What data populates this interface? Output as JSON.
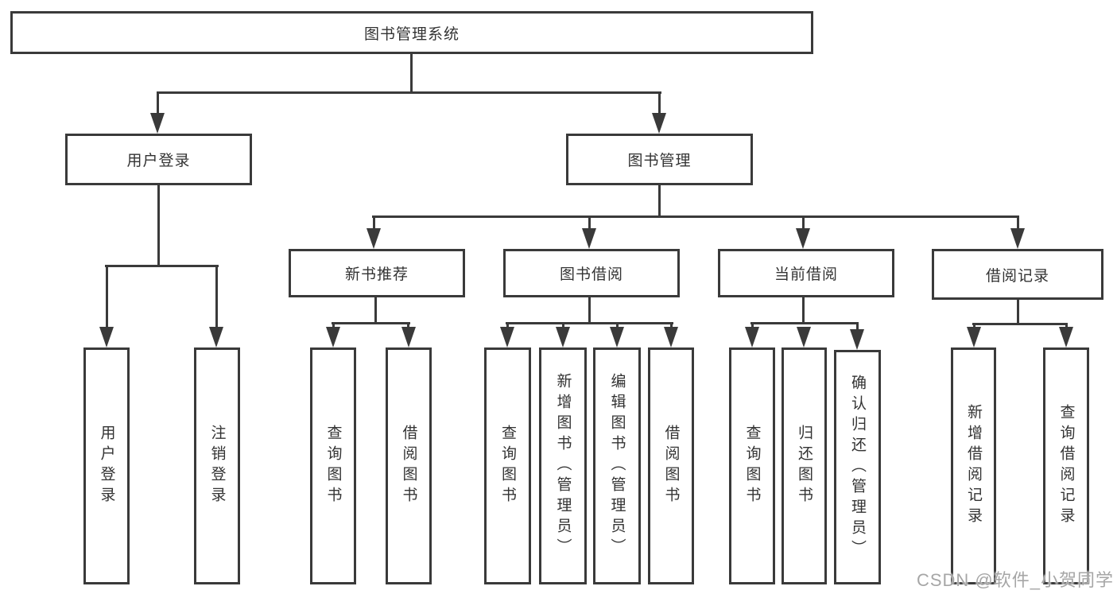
{
  "diagram": {
    "root": {
      "label": "图书管理系统"
    },
    "branches": [
      {
        "label": "用户登录",
        "children": [
          "用户登录",
          "注销登录"
        ]
      },
      {
        "label": "图书管理",
        "children": [
          {
            "label": "新书推荐",
            "children": [
              "查询图书",
              "借阅图书"
            ]
          },
          {
            "label": "图书借阅",
            "children": [
              "查询图书",
              "新增图书（管理员）",
              "编辑图书（管理员）",
              "借阅图书"
            ]
          },
          {
            "label": "当前借阅",
            "children": [
              "查询图书",
              "归还图书",
              "确认归还（管理员）"
            ]
          },
          {
            "label": "借阅记录",
            "children": [
              "新增借阅记录",
              "查询借阅记录"
            ]
          }
        ]
      }
    ],
    "watermark": "CSDN @软件_小贺同学",
    "colors": {
      "line": "#3a3a3a",
      "text": "#333333",
      "background": "#ffffff",
      "watermark": "#a6a6a6"
    }
  }
}
